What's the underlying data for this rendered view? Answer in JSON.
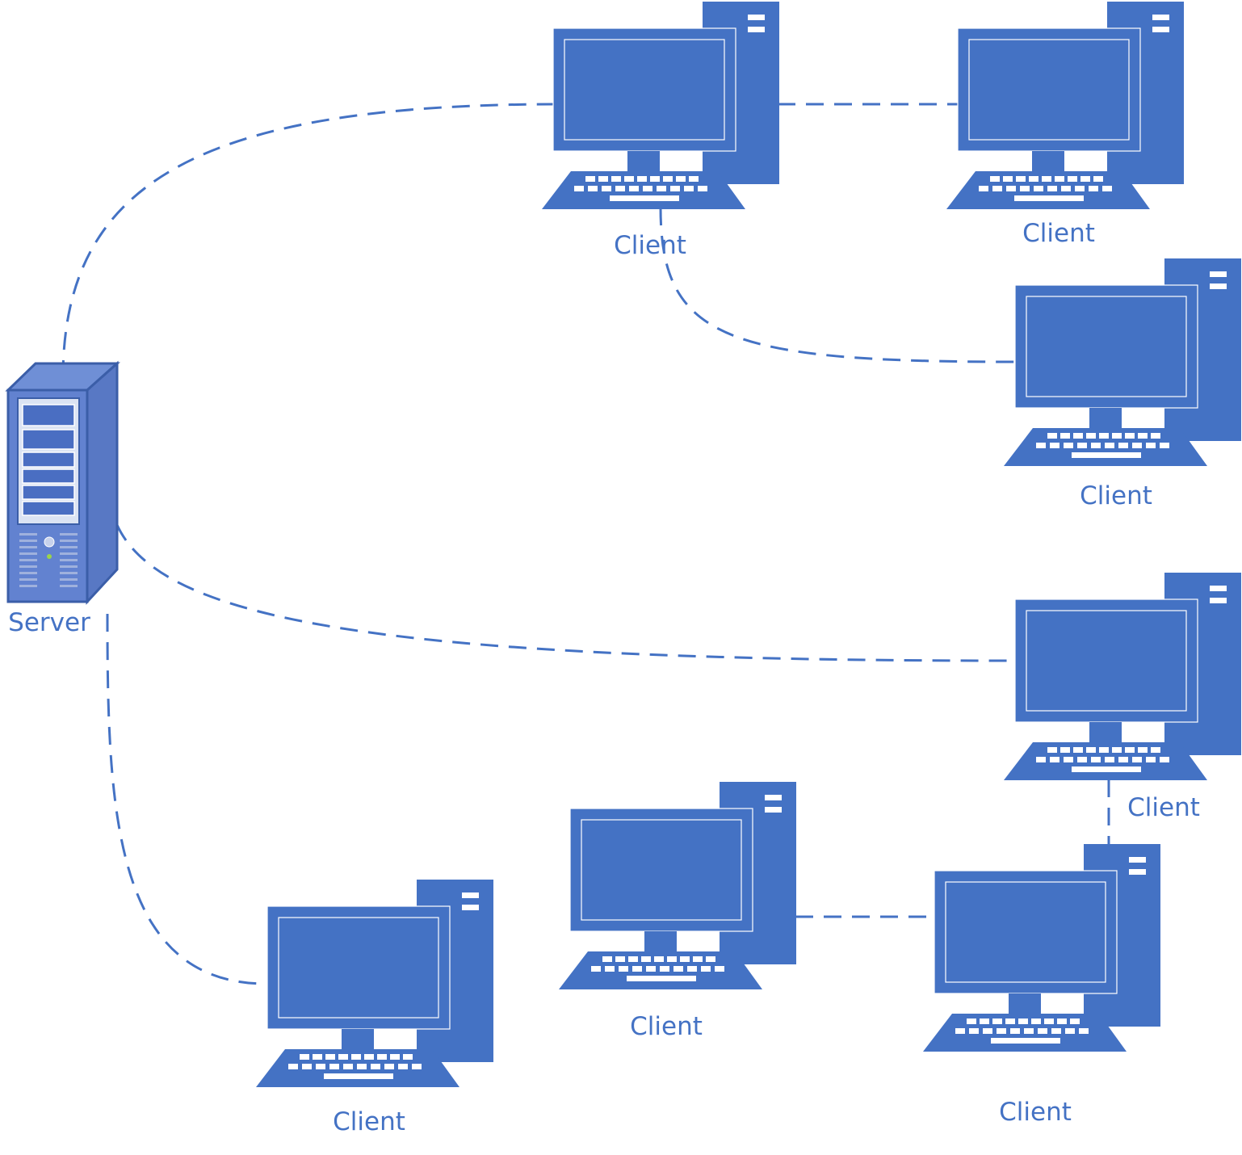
{
  "colors": {
    "primary": "#4472c4",
    "line": "#4472c4",
    "label": "#4472c4",
    "server_body": "#5b7ccc",
    "server_panel": "#dbe3f3",
    "background": "#ffffff"
  },
  "nodes": [
    {
      "id": "server",
      "type": "server",
      "label": "Server",
      "icon": "server-tower-icon"
    },
    {
      "id": "client_top_mid",
      "type": "client",
      "label": "Client",
      "icon": "desktop-computer-icon"
    },
    {
      "id": "client_top_right",
      "type": "client",
      "label": "Client",
      "icon": "desktop-computer-icon"
    },
    {
      "id": "client_right_upper",
      "type": "client",
      "label": "Client",
      "icon": "desktop-computer-icon"
    },
    {
      "id": "client_right_lower",
      "type": "client",
      "label": "Client",
      "icon": "desktop-computer-icon"
    },
    {
      "id": "client_bottom_left",
      "type": "client",
      "label": "Client",
      "icon": "desktop-computer-icon"
    },
    {
      "id": "client_bottom_mid",
      "type": "client",
      "label": "Client",
      "icon": "desktop-computer-icon"
    },
    {
      "id": "client_bottom_right",
      "type": "client",
      "label": "Client",
      "icon": "desktop-computer-icon"
    }
  ],
  "edges": [
    {
      "from": "server",
      "to": "client_top_mid",
      "style": "dashed"
    },
    {
      "from": "client_top_mid",
      "to": "client_top_right",
      "style": "dashed"
    },
    {
      "from": "client_top_mid",
      "to": "client_right_upper",
      "style": "dashed"
    },
    {
      "from": "server",
      "to": "client_right_lower",
      "style": "dashed"
    },
    {
      "from": "server",
      "to": "client_bottom_left",
      "style": "dashed"
    },
    {
      "from": "client_right_lower",
      "to": "client_bottom_right",
      "style": "dashed"
    },
    {
      "from": "client_bottom_mid",
      "to": "client_bottom_right",
      "style": "dashed"
    }
  ]
}
